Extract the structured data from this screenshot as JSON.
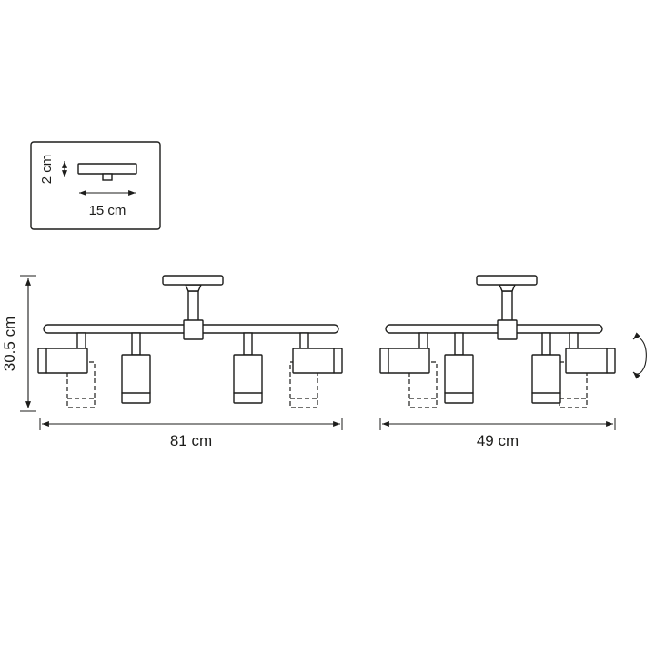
{
  "detail_view": {
    "height_label": "2 cm",
    "width_label": "15 cm"
  },
  "large_fixture": {
    "height_label": "30.5 cm",
    "width_label": "81 cm"
  },
  "small_fixture": {
    "width_label": "49 cm"
  },
  "icons": {
    "rotation_arrow_icon": "↻"
  },
  "colors": {
    "line": "#1d1d1b",
    "background": "#ffffff"
  }
}
